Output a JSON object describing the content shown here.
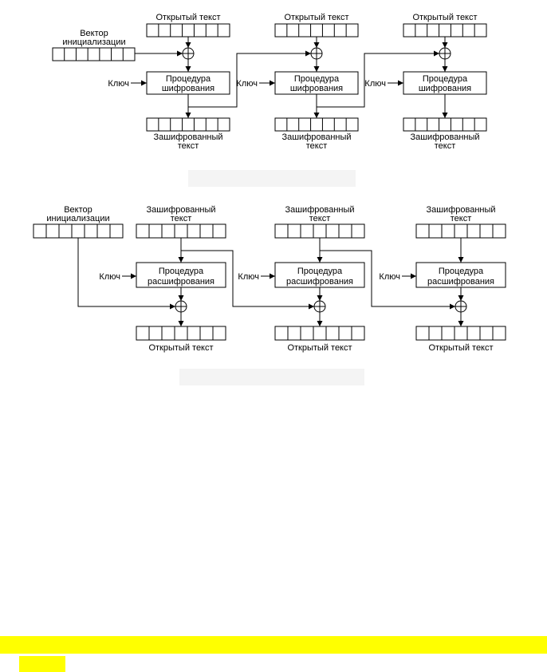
{
  "colors": {
    "line": "#000000",
    "block_fill": "#ffffff",
    "highlight": "#ffff00",
    "caption_placeholder": "#f4f4f4"
  },
  "encryption": {
    "iv_label": [
      "Вектор",
      "инициализации"
    ],
    "stages": [
      {
        "input_label": "Открытый текст",
        "key_label": "Ключ",
        "procedure_label": [
          "Процедура",
          "шифрования"
        ],
        "output_label": [
          "Зашифрованный",
          "текст"
        ]
      },
      {
        "input_label": "Открытый текст",
        "key_label": "Ключ",
        "procedure_label": [
          "Процедура",
          "шифрования"
        ],
        "output_label": [
          "Зашифрованный",
          "текст"
        ]
      },
      {
        "input_label": "Открытый текст",
        "key_label": "Ключ",
        "procedure_label": [
          "Процедура",
          "шифрования"
        ],
        "output_label": [
          "Зашифрованный",
          "текст"
        ]
      }
    ]
  },
  "decryption": {
    "iv_label": [
      "Вектор",
      "инициализации"
    ],
    "stages": [
      {
        "input_label": [
          "Зашифрованный",
          "текст"
        ],
        "key_label": "Ключ",
        "procedure_label": [
          "Процедура",
          "расшифрования"
        ],
        "output_label": "Открытый текст"
      },
      {
        "input_label": [
          "Зашифрованный",
          "текст"
        ],
        "key_label": "Ключ",
        "procedure_label": [
          "Процедура",
          "расшифрования"
        ],
        "output_label": "Открытый текст"
      },
      {
        "input_label": [
          "Зашифрованный",
          "текст"
        ],
        "key_label": "Ключ",
        "procedure_label": [
          "Процедура",
          "расшифрования"
        ],
        "output_label": "Открытый текст"
      }
    ]
  }
}
